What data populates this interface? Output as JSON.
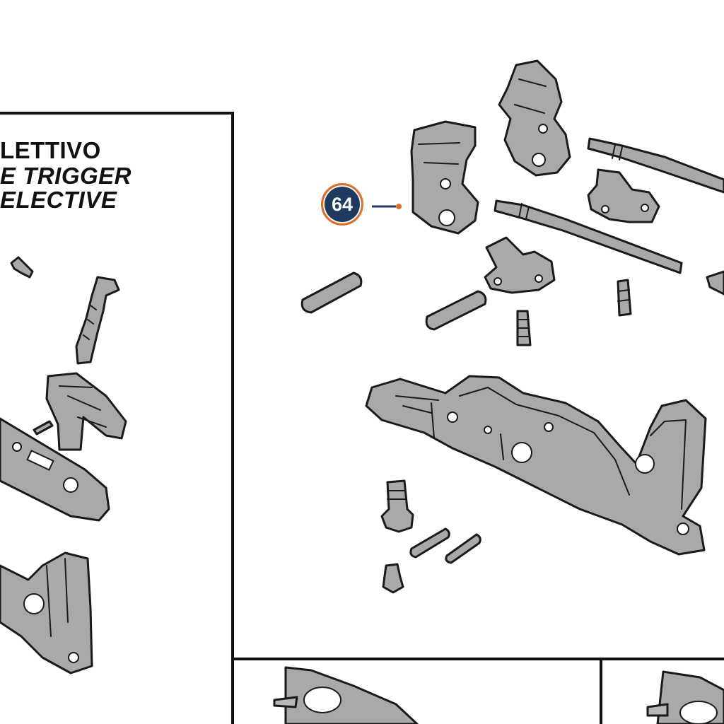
{
  "diagram": {
    "captions": {
      "line1": "LETTIVO",
      "line2": "E TRIGGER",
      "line3": "ELECTIVE"
    },
    "callout": {
      "number": "64",
      "ring_color": "#e07028",
      "fill_color": "#1f3a5f",
      "leader_color": "#1f3a5f",
      "leader_dot_color": "#e07028"
    },
    "colors": {
      "part_fill": "#a9a9a9",
      "outline": "#1a1a1a",
      "background": "#ffffff"
    }
  }
}
